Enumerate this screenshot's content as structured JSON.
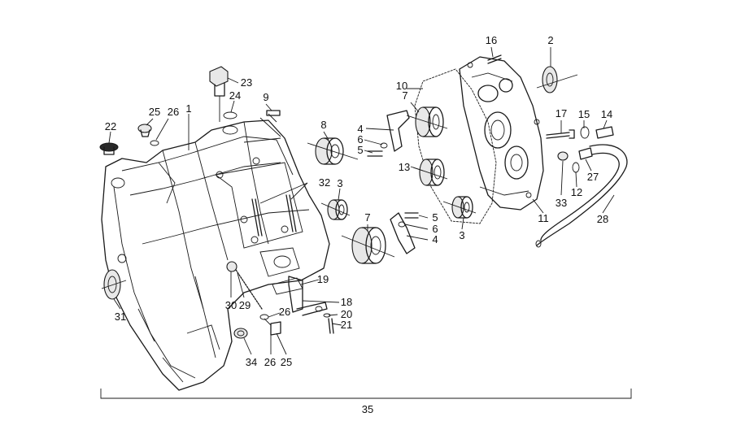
{
  "callouts": [
    {
      "id": "c1",
      "text": "1"
    },
    {
      "id": "c2",
      "text": "2"
    },
    {
      "id": "c3a",
      "text": "3"
    },
    {
      "id": "c3b",
      "text": "3"
    },
    {
      "id": "c4a",
      "text": "4"
    },
    {
      "id": "c4b",
      "text": "4"
    },
    {
      "id": "c5a",
      "text": "5"
    },
    {
      "id": "c5b",
      "text": "5"
    },
    {
      "id": "c6a",
      "text": "6"
    },
    {
      "id": "c6b",
      "text": "6"
    },
    {
      "id": "c7a",
      "text": "7"
    },
    {
      "id": "c7b",
      "text": "7"
    },
    {
      "id": "c8",
      "text": "8"
    },
    {
      "id": "c9",
      "text": "9"
    },
    {
      "id": "c10",
      "text": "10"
    },
    {
      "id": "c11",
      "text": "11"
    },
    {
      "id": "c12",
      "text": "12"
    },
    {
      "id": "c13",
      "text": "13"
    },
    {
      "id": "c14",
      "text": "14"
    },
    {
      "id": "c15",
      "text": "15"
    },
    {
      "id": "c16",
      "text": "16"
    },
    {
      "id": "c17",
      "text": "17"
    },
    {
      "id": "c18",
      "text": "18"
    },
    {
      "id": "c19",
      "text": "19"
    },
    {
      "id": "c20",
      "text": "20"
    },
    {
      "id": "c21",
      "text": "21"
    },
    {
      "id": "c22",
      "text": "22"
    },
    {
      "id": "c23",
      "text": "23"
    },
    {
      "id": "c24",
      "text": "24"
    },
    {
      "id": "c25a",
      "text": "25"
    },
    {
      "id": "c25b",
      "text": "25"
    },
    {
      "id": "c26a",
      "text": "26"
    },
    {
      "id": "c26b",
      "text": "26"
    },
    {
      "id": "c26c",
      "text": "26"
    },
    {
      "id": "c27",
      "text": "27"
    },
    {
      "id": "c28",
      "text": "28"
    },
    {
      "id": "c29",
      "text": "29"
    },
    {
      "id": "c30",
      "text": "30"
    },
    {
      "id": "c31",
      "text": "31"
    },
    {
      "id": "c32",
      "text": "32"
    },
    {
      "id": "c33",
      "text": "33"
    },
    {
      "id": "c34",
      "text": "34"
    },
    {
      "id": "c35",
      "text": "35"
    }
  ]
}
